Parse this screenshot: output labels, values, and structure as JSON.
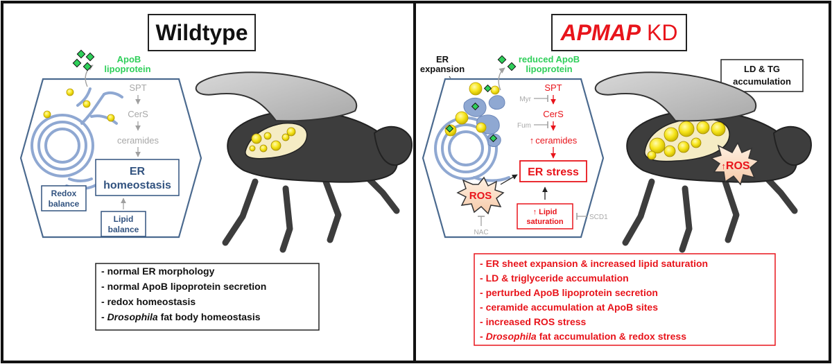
{
  "wildtype": {
    "title": "Wildtype",
    "apob_line1": "ApoB",
    "apob_line2": "lipoprotein",
    "pathway": [
      "SPT",
      "CerS",
      "ceramides"
    ],
    "er_box_line1": "ER",
    "er_box_line2": "homeostasis",
    "redox_line1": "Redox",
    "redox_line2": "balance",
    "lipid_line1": "Lipid",
    "lipid_line2": "balance",
    "summary": [
      {
        "prefix": "- ",
        "text": "normal ER morphology",
        "italic": ""
      },
      {
        "prefix": "- ",
        "text": "normal ApoB lipoprotein secretion",
        "italic": ""
      },
      {
        "prefix": "- ",
        "text": "redox homeostasis",
        "italic": ""
      },
      {
        "prefix": "- ",
        "italic": "Drosophila",
        "text": " fat body homeostasis"
      }
    ]
  },
  "kd": {
    "title_italic": "APMAP",
    "title_rest": " KD",
    "er_expansion_line1": "ER",
    "er_expansion_line2": "expansion",
    "apob_line1": "reduced ApoB",
    "apob_line2": "lipoprotein",
    "ld_tg_line1": "LD & TG",
    "ld_tg_line2": "accumulation",
    "spt": "SPT",
    "cers": "CerS",
    "ceramides": "ceramides",
    "up_arrow": "↑",
    "myr": "Myr",
    "fum": "Fum",
    "er_stress": "ER stress",
    "ros": "ROS",
    "nac": "NAC",
    "lipid_line1": "Lipid",
    "lipid_line2": "saturation",
    "scd1": "SCD1",
    "fly_ros": "ROS",
    "summary": [
      {
        "prefix": "- ",
        "text": "ER sheet expansion & increased lipid saturation",
        "italic": ""
      },
      {
        "prefix": "- ",
        "text": "LD & triglyceride accumulation",
        "italic": ""
      },
      {
        "prefix": "- ",
        "text": "perturbed ApoB lipoprotein secretion",
        "italic": ""
      },
      {
        "prefix": "- ",
        "text": "ceramide accumulation at ApoB sites",
        "italic": ""
      },
      {
        "prefix": "- ",
        "text": "increased ROS stress",
        "italic": ""
      },
      {
        "prefix": "- ",
        "italic": "Drosophila",
        "text": " fat accumulation & redox stress"
      }
    ]
  },
  "colors": {
    "red": "#e8141b",
    "blue": "#31527f",
    "green": "#2fcf5a",
    "grey": "#a8a8a8",
    "er_blue": "#8fa8d2",
    "fly": "#3d3d3d",
    "droplet": "#f7e51b"
  }
}
